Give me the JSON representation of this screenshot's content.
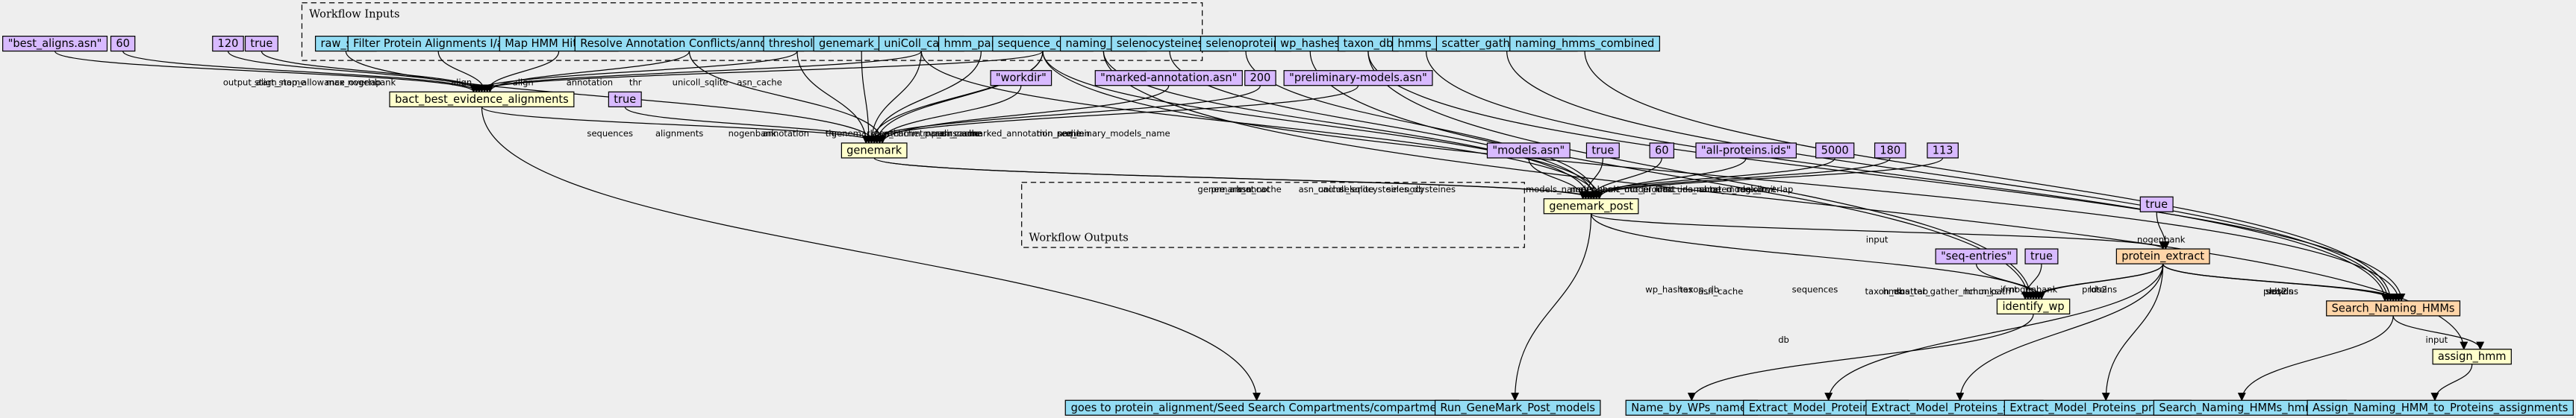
{
  "colors": {
    "background": "#eeeeee",
    "workflow_io": "#94ddf4",
    "literal": "#d8baff",
    "step": "#ffffcc",
    "subworkflow": "#ffd5a8"
  },
  "clusters": {
    "inputs_label": "Workflow Inputs",
    "outputs_label": "Workflow Outputs"
  },
  "nodes": [
    {
      "id": "lit_best_aligns",
      "kind": "literal",
      "label": "\"best_aligns.asn\""
    },
    {
      "id": "lit_60a",
      "kind": "literal",
      "label": "60"
    },
    {
      "id": "lit_120",
      "kind": "literal",
      "label": "120"
    },
    {
      "id": "lit_true_a",
      "kind": "literal",
      "label": "true"
    },
    {
      "id": "in_raw_seqs",
      "kind": "workflow_io",
      "label": "raw_seqs"
    },
    {
      "id": "in_filter_protein",
      "kind": "workflow_io",
      "label": "Filter Protein Alignments I/align"
    },
    {
      "id": "in_map_hmm",
      "kind": "workflow_io",
      "label": "Map HMM Hits/align"
    },
    {
      "id": "in_resolve",
      "kind": "workflow_io",
      "label": "Resolve Annotation Conflicts/annotation"
    },
    {
      "id": "in_thresholds",
      "kind": "workflow_io",
      "label": "thresholds"
    },
    {
      "id": "in_genemark_path",
      "kind": "workflow_io",
      "label": "genemark_path"
    },
    {
      "id": "in_unicoll_cache",
      "kind": "workflow_io",
      "label": "uniColl_cache"
    },
    {
      "id": "in_hmm_params",
      "kind": "workflow_io",
      "label": "hmm_params"
    },
    {
      "id": "in_sequence_cache",
      "kind": "workflow_io",
      "label": "sequence_cache"
    },
    {
      "id": "in_naming_sqlite",
      "kind": "workflow_io",
      "label": "naming_sqlite"
    },
    {
      "id": "in_selenocysteines_db",
      "kind": "workflow_io",
      "label": "selenocysteines_db"
    },
    {
      "id": "in_selenoproteins",
      "kind": "workflow_io",
      "label": "selenoproteins"
    },
    {
      "id": "in_wp_hashes",
      "kind": "workflow_io",
      "label": "wp_hashes"
    },
    {
      "id": "in_taxon_db",
      "kind": "workflow_io",
      "label": "taxon_db"
    },
    {
      "id": "in_hmms_tab",
      "kind": "workflow_io",
      "label": "hmms_tab"
    },
    {
      "id": "in_scatter",
      "kind": "workflow_io",
      "label": "scatter_gather_nchunks"
    },
    {
      "id": "in_naming_hmms",
      "kind": "workflow_io",
      "label": "naming_hmms_combined"
    },
    {
      "id": "st_bact_best",
      "kind": "step",
      "label": "bact_best_evidence_alignments"
    },
    {
      "id": "lit_true_b",
      "kind": "literal",
      "label": "true"
    },
    {
      "id": "lit_workdir",
      "kind": "literal",
      "label": "\"workdir\""
    },
    {
      "id": "lit_marked",
      "kind": "literal",
      "label": "\"marked-annotation.asn\""
    },
    {
      "id": "lit_200",
      "kind": "literal",
      "label": "200"
    },
    {
      "id": "lit_prelim",
      "kind": "literal",
      "label": "\"preliminary-models.asn\""
    },
    {
      "id": "st_genemark",
      "kind": "step",
      "label": "genemark"
    },
    {
      "id": "lit_models",
      "kind": "literal",
      "label": "\"models.asn\""
    },
    {
      "id": "lit_true_c",
      "kind": "literal",
      "label": "true"
    },
    {
      "id": "lit_60b",
      "kind": "literal",
      "label": "60"
    },
    {
      "id": "lit_allprot",
      "kind": "literal",
      "label": "\"all-proteins.ids\""
    },
    {
      "id": "lit_5000",
      "kind": "literal",
      "label": "5000"
    },
    {
      "id": "lit_180",
      "kind": "literal",
      "label": "180"
    },
    {
      "id": "lit_113",
      "kind": "literal",
      "label": "113"
    },
    {
      "id": "st_genemark_post",
      "kind": "step",
      "label": "genemark_post"
    },
    {
      "id": "lit_true_d",
      "kind": "literal",
      "label": "true"
    },
    {
      "id": "sw_protein_extract",
      "kind": "subworkflow",
      "label": "protein_extract"
    },
    {
      "id": "lit_seqentries",
      "kind": "literal",
      "label": "\"seq-entries\""
    },
    {
      "id": "lit_true_e",
      "kind": "literal",
      "label": "true"
    },
    {
      "id": "st_identify_wp",
      "kind": "step",
      "label": "identify_wp"
    },
    {
      "id": "sw_search_naming",
      "kind": "subworkflow",
      "label": "Search_Naming_HMMs"
    },
    {
      "id": "st_assign_hmm",
      "kind": "step",
      "label": "assign_hmm"
    },
    {
      "id": "out_goes_to",
      "kind": "workflow_io",
      "label": "goes to protein_alignment/Seed Search Compartments/compartments"
    },
    {
      "id": "out_run_genemark",
      "kind": "workflow_io",
      "label": "Run_GeneMark_Post_models"
    },
    {
      "id": "out_name_by_wps",
      "kind": "workflow_io",
      "label": "Name_by_WPs_names"
    },
    {
      "id": "out_lds2",
      "kind": "workflow_io",
      "label": "Extract_Model_Proteins_lds2"
    },
    {
      "id": "out_seqids",
      "kind": "workflow_io",
      "label": "Extract_Model_Proteins_seqids"
    },
    {
      "id": "out_proteins",
      "kind": "workflow_io",
      "label": "Extract_Model_Proteins_proteins"
    },
    {
      "id": "out_hmm_hits",
      "kind": "workflow_io",
      "label": "Search_Naming_HMMs_hmm_hits"
    },
    {
      "id": "out_assign",
      "kind": "workflow_io",
      "label": "Assign_Naming_HMM_to_Proteins_assignments"
    }
  ],
  "edges": [
    {
      "from": "lit_best_aligns",
      "to": "st_bact_best",
      "label": "output_align_name"
    },
    {
      "from": "lit_60a",
      "to": "st_bact_best",
      "label": "start_stop_allowance"
    },
    {
      "from": "lit_120",
      "to": "st_bact_best",
      "label": "max_overlap"
    },
    {
      "from": "lit_true_a",
      "to": "st_bact_best",
      "label": "nogenbank"
    },
    {
      "from": "in_filter_protein",
      "to": "st_bact_best",
      "label": "align"
    },
    {
      "from": "in_map_hmm",
      "to": "st_bact_best",
      "label": "align"
    },
    {
      "from": "in_resolve",
      "to": "st_bact_best",
      "label": "annotation"
    },
    {
      "from": "in_thresholds",
      "to": "st_bact_best",
      "label": "thr"
    },
    {
      "from": "in_sequence_cache",
      "to": "st_bact_best",
      "label": "asn_cache"
    },
    {
      "from": "in_unicoll_cache",
      "to": "st_bact_best",
      "label": "unicoll_sqlite"
    },
    {
      "from": "in_raw_seqs",
      "to": "st_genemark",
      "label": "sequences"
    },
    {
      "from": "st_bact_best",
      "to": "st_genemark",
      "label": "alignments"
    },
    {
      "from": "lit_true_b",
      "to": "st_genemark",
      "label": "nogenbank"
    },
    {
      "from": "in_resolve",
      "to": "st_genemark",
      "label": "annotation"
    },
    {
      "from": "in_thresholds",
      "to": "st_genemark",
      "label": "thr"
    },
    {
      "from": "in_genemark_path",
      "to": "st_genemark",
      "label": "genemark_path"
    },
    {
      "from": "in_unicoll_cache",
      "to": "st_genemark",
      "label": "asn_cache"
    },
    {
      "from": "in_hmm_params",
      "to": "st_genemark",
      "label": "hmm_params"
    },
    {
      "from": "in_sequence_cache",
      "to": "st_genemark",
      "label": "asn_cache"
    },
    {
      "from": "lit_workdir",
      "to": "st_genemark",
      "label": "tmp_dir_name"
    },
    {
      "from": "lit_marked",
      "to": "st_genemark",
      "label": "marked_annotation_name"
    },
    {
      "from": "lit_200",
      "to": "st_genemark",
      "label": "min_seq_len"
    },
    {
      "from": "lit_prelim",
      "to": "st_genemark",
      "label": "preliminary_models_name"
    },
    {
      "from": "in_sequence_cache",
      "to": "st_genemark",
      "label": "asn_cache"
    },
    {
      "from": "st_genemark",
      "to": "st_genemark_post",
      "label": "pre_annot"
    },
    {
      "from": "st_genemark",
      "to": "st_genemark_post",
      "label": "genemark_annot"
    },
    {
      "from": "in_unicoll_cache",
      "to": "st_genemark_post",
      "label": "asn_cache"
    },
    {
      "from": "in_sequence_cache",
      "to": "st_genemark_post",
      "label": "asn_cache"
    },
    {
      "from": "lit_models",
      "to": "st_genemark_post",
      "label": "models_name"
    },
    {
      "from": "lit_true_c",
      "to": "st_genemark_post",
      "label": "nogenbank"
    },
    {
      "from": "in_naming_sqlite",
      "to": "st_genemark_post",
      "label": "unicoll_sqlite"
    },
    {
      "from": "lit_60b",
      "to": "st_genemark_post",
      "label": "abs_short_model_limit"
    },
    {
      "from": "in_selenocysteines_db",
      "to": "st_genemark_post",
      "label": "selenocysteines_db"
    },
    {
      "from": "in_selenoproteins",
      "to": "st_genemark_post",
      "label": "selenocysteines"
    },
    {
      "from": "lit_allprot",
      "to": "st_genemark_post",
      "label": "out_product_ids_name"
    },
    {
      "from": "lit_5000",
      "to": "st_genemark_post",
      "label": "max_unannotated_region"
    },
    {
      "from": "lit_180",
      "to": "st_genemark_post",
      "label": "short_model_limit"
    },
    {
      "from": "lit_113",
      "to": "st_genemark_post",
      "label": "max_overlap"
    },
    {
      "from": "st_genemark_post",
      "to": "sw_protein_extract",
      "label": "input"
    },
    {
      "from": "lit_true_d",
      "to": "sw_protein_extract",
      "label": "nogenbank"
    },
    {
      "from": "st_genemark_post",
      "to": "st_identify_wp",
      "label": "sequences"
    },
    {
      "from": "lit_seqentries",
      "to": "st_identify_wp",
      "label": "ifmt"
    },
    {
      "from": "lit_true_e",
      "to": "st_identify_wp",
      "label": "nogenbank"
    },
    {
      "from": "in_wp_hashes",
      "to": "st_identify_wp",
      "label": "wp_hashes"
    },
    {
      "from": "in_taxon_db",
      "to": "st_identify_wp",
      "label": "taxon_db"
    },
    {
      "from": "sw_protein_extract",
      "to": "st_identify_wp",
      "label": "lds2"
    },
    {
      "from": "sw_protein_extract",
      "to": "st_identify_wp",
      "label": "proteins"
    },
    {
      "from": "in_sequence_cache",
      "to": "sw_search_naming",
      "label": "asn_cache"
    },
    {
      "from": "in_taxon_db",
      "to": "sw_search_naming",
      "label": "taxon_db"
    },
    {
      "from": "in_hmms_tab",
      "to": "sw_search_naming",
      "label": "hmms_tab"
    },
    {
      "from": "in_scatter",
      "to": "sw_search_naming",
      "label": "scatter_gather_nchunks"
    },
    {
      "from": "in_naming_hmms",
      "to": "sw_search_naming",
      "label": "hmm_path"
    },
    {
      "from": "sw_protein_extract",
      "to": "sw_search_naming",
      "label": "lds2"
    },
    {
      "from": "sw_protein_extract",
      "to": "sw_search_naming",
      "label": "seqids"
    },
    {
      "from": "sw_protein_extract",
      "to": "sw_search_naming",
      "label": "proteins"
    },
    {
      "from": "sw_search_naming",
      "to": "st_assign_hmm",
      "label": "input"
    },
    {
      "from": "in_naming_sqlite",
      "to": "st_assign_hmm",
      "label": "db"
    },
    {
      "from": "st_bact_best",
      "to": "out_goes_to",
      "label": ""
    },
    {
      "from": "st_genemark_post",
      "to": "out_run_genemark",
      "label": ""
    },
    {
      "from": "st_identify_wp",
      "to": "out_name_by_wps",
      "label": ""
    },
    {
      "from": "sw_protein_extract",
      "to": "out_lds2",
      "label": ""
    },
    {
      "from": "sw_protein_extract",
      "to": "out_seqids",
      "label": ""
    },
    {
      "from": "sw_protein_extract",
      "to": "out_proteins",
      "label": ""
    },
    {
      "from": "sw_search_naming",
      "to": "out_hmm_hits",
      "label": ""
    },
    {
      "from": "st_assign_hmm",
      "to": "out_assign",
      "label": ""
    }
  ]
}
